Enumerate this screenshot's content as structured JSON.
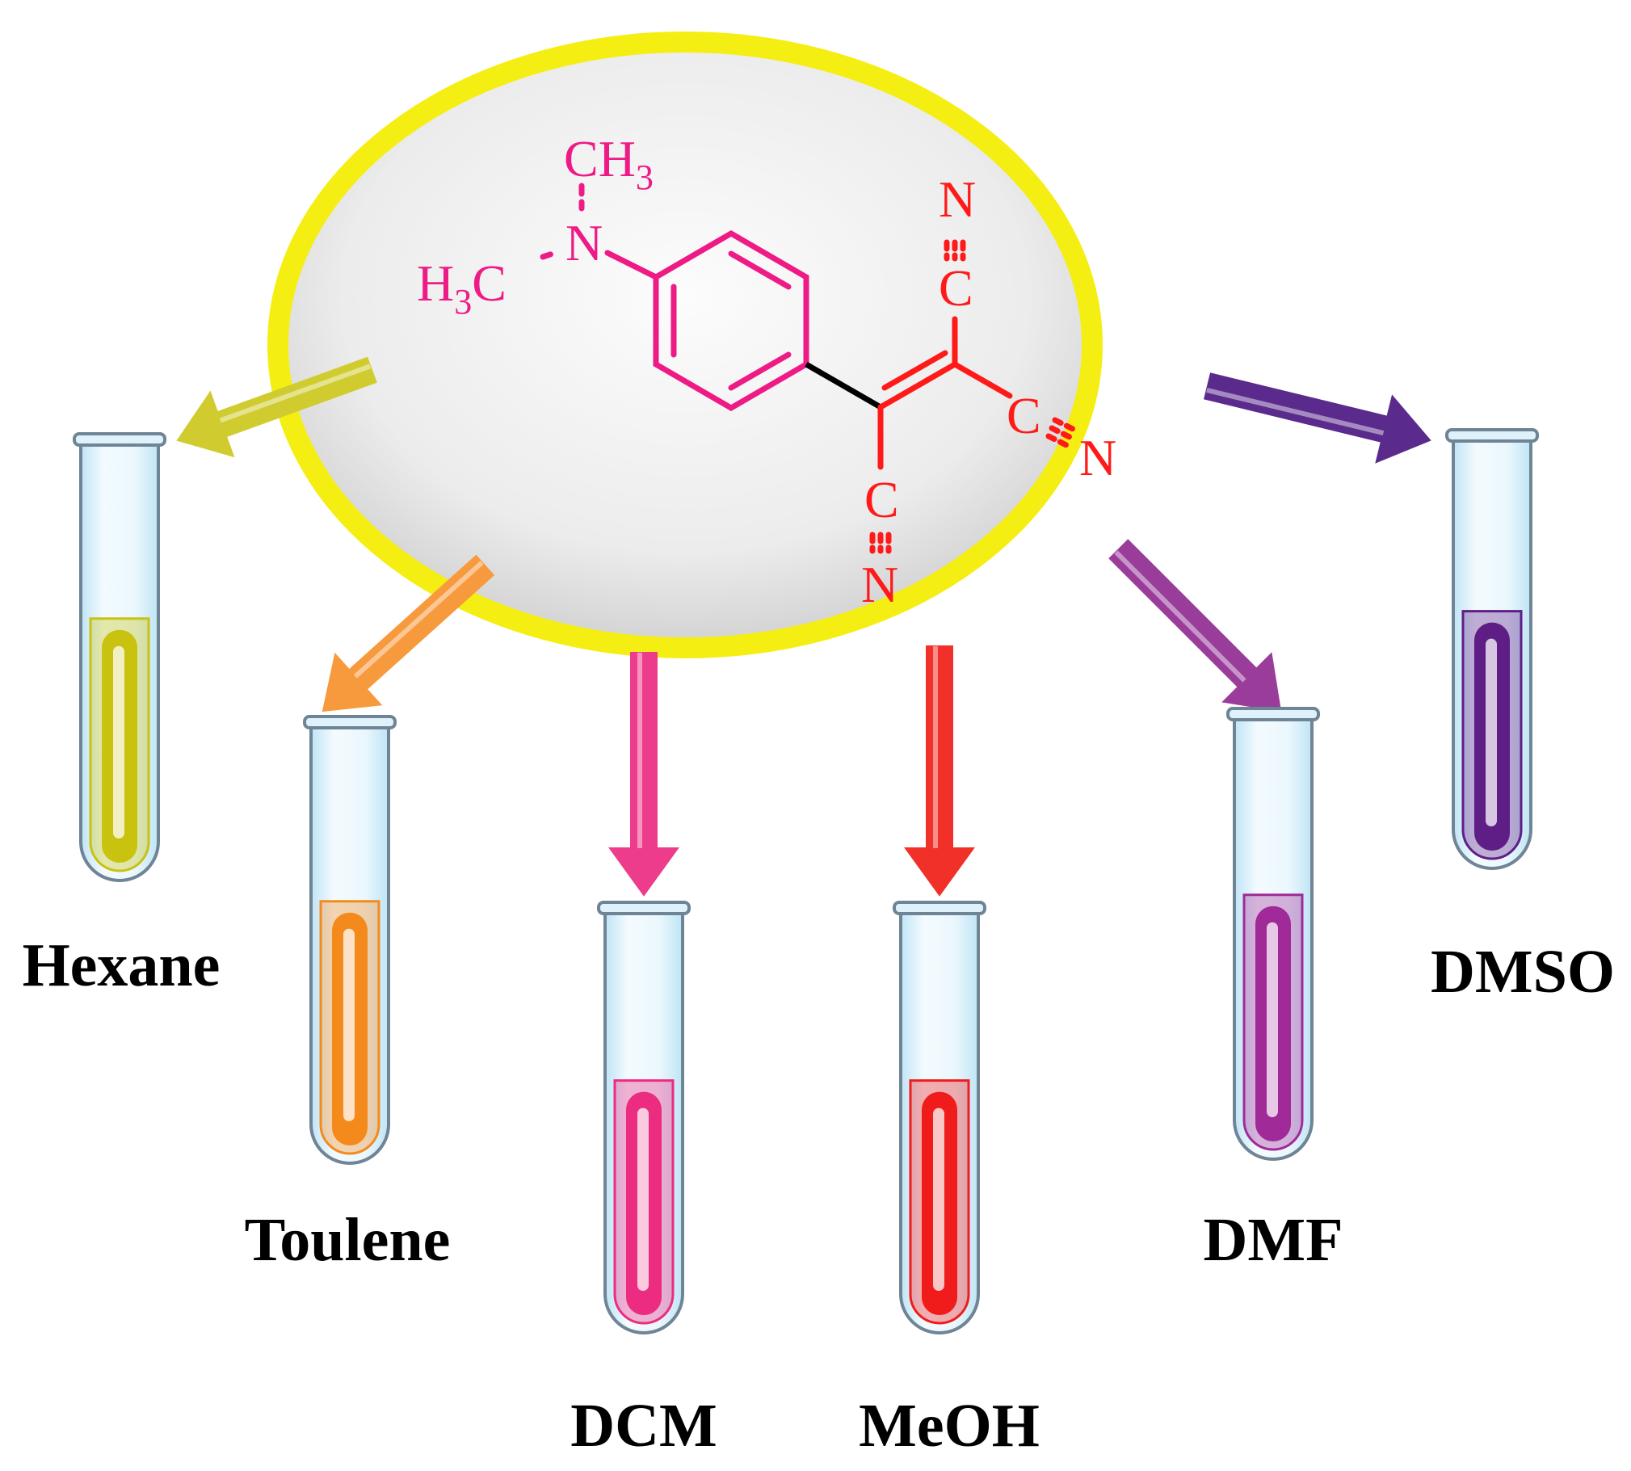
{
  "colors": {
    "ring": "#f5ee12",
    "disc_center": "#fbfbfb",
    "disc_edge": "#c9c9c9",
    "amine_pink": "#ee1b86",
    "nitrile_red": "#ff1a1a",
    "bridge_bond": "#000000",
    "glass_border": "#7a8fa0",
    "glass_fill": "#e8f6fd"
  },
  "molecule": {
    "methyl_top": "CH",
    "methyl_top_sub": "3",
    "methyl_left_h": "H",
    "methyl_left_sub": "3",
    "methyl_left_c": "C",
    "amine_n": "N",
    "nitrile_top_c": "C",
    "nitrile_top_n": "N",
    "nitrile_right_c": "C",
    "nitrile_right_n": "N",
    "nitrile_bottom_c": "C",
    "nitrile_bottom_n": "N"
  },
  "solvents": [
    {
      "name": "Hexane",
      "color": "#c9c20e",
      "arrow_color": "#d0cc30"
    },
    {
      "name": "Toulene",
      "color": "#f48a1c",
      "arrow_color": "#f79a3d"
    },
    {
      "name": "DCM",
      "color": "#ec2c80",
      "arrow_color": "#ee3c8c"
    },
    {
      "name": "MeOH",
      "color": "#f01c1c",
      "arrow_color": "#f2302a"
    },
    {
      "name": "DMF",
      "color": "#a02a98",
      "arrow_color": "#9a3c9a"
    },
    {
      "name": "DMSO",
      "color": "#5e1e86",
      "arrow_color": "#5a2a8c"
    }
  ]
}
